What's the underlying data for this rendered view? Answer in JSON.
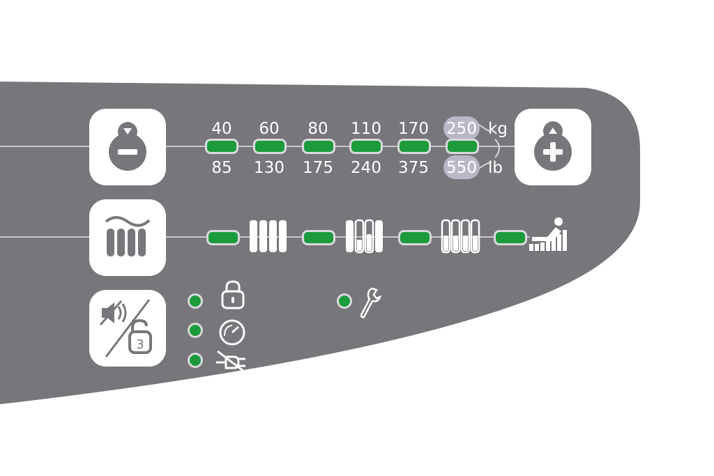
{
  "colors": {
    "panel": "#77777b",
    "led_green": "#1c9a3c",
    "led_ring": "#d9d9dc",
    "highlight": "#b9b8c6",
    "icon_fill": "#77777b"
  },
  "weight_row": {
    "decrease_button_icon": "weight-minus-icon",
    "increase_button_icon": "weight-plus-icon",
    "kg_values": [
      "40",
      "60",
      "80",
      "110",
      "170",
      "250"
    ],
    "lb_values": [
      "85",
      "130",
      "175",
      "240",
      "375",
      "550"
    ],
    "kg_unit": "kg",
    "lb_unit": "lb",
    "active_index": 5
  },
  "comfort_row": {
    "button_icon": "mattress-firmness-icon",
    "levels": [
      "firm-icon",
      "medium-firm-icon",
      "medium-soft-icon",
      "seated-mode-icon"
    ]
  },
  "status_row": {
    "button_icon": "mute-unlock-icon",
    "button_badge": "3",
    "indicators": [
      "lock-icon",
      "pressure-gauge-icon",
      "unplugged-icon",
      "service-wrench-icon"
    ]
  }
}
